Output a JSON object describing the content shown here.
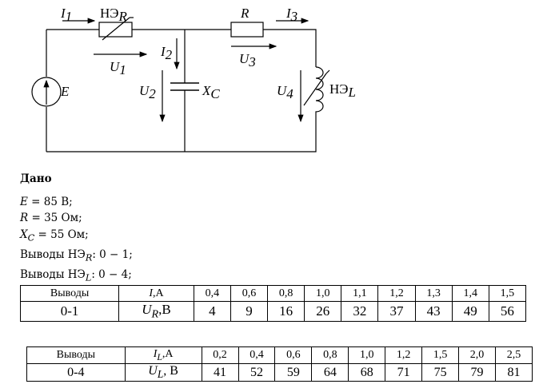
{
  "circuit": {
    "source_label": "E",
    "i1_label": "I",
    "i1_sub": "1",
    "ner_label": "НЭ",
    "ner_sub": "R",
    "u1_label": "U",
    "u1_sub": "1",
    "i2_label": "I",
    "i2_sub": "2",
    "u2_label": "U",
    "u2_sub": "2",
    "xc_label": "X",
    "xc_sub": "C",
    "r_label": "R",
    "i3_label": "I",
    "i3_sub": "3",
    "u3_label": "U",
    "u3_sub": "3",
    "u4_label": "U",
    "u4_sub": "4",
    "nel_label": "НЭ",
    "nel_sub": "L"
  },
  "given": {
    "heading": "Дано",
    "e_lhs": "E",
    "e_rhs": " = 85 В;",
    "r_lhs": "R",
    "r_rhs": " = 35 Ом;",
    "xc_lhs": "X",
    "xc_sub": "C",
    "xc_rhs": " = 55 Ом;",
    "ner_text": "Выводы НЭ",
    "ner_sub": "R",
    "ner_rhs": ": 0 − 1;",
    "nel_text": "Выводы НЭ",
    "nel_sub": "L",
    "nel_rhs": ": 0 − 4;"
  },
  "table1": {
    "h0": "Выводы",
    "h1_var": "I",
    "h1_unit": ",A",
    "r0": "0-1",
    "r1_var": "U",
    "r1_sub": "R",
    "r1_unit": ",В",
    "currents": [
      "0,4",
      "0,6",
      "0,8",
      "1,0",
      "1,1",
      "1,2",
      "1,3",
      "1,4",
      "1,5"
    ],
    "voltages": [
      "4",
      "9",
      "16",
      "26",
      "32",
      "37",
      "43",
      "49",
      "56"
    ]
  },
  "table2": {
    "h0": "Выводы",
    "h1_var": "I",
    "h1_sub": "L",
    "h1_unit": ",A",
    "r0": "0-4",
    "r1_var": "U",
    "r1_sub": "L",
    "r1_unit": ", В",
    "currents": [
      "0,2",
      "0,4",
      "0,6",
      "0,8",
      "1,0",
      "1,2",
      "1,5",
      "2,0",
      "2,5"
    ],
    "voltages": [
      "41",
      "52",
      "59",
      "64",
      "68",
      "71",
      "75",
      "79",
      "81"
    ]
  }
}
